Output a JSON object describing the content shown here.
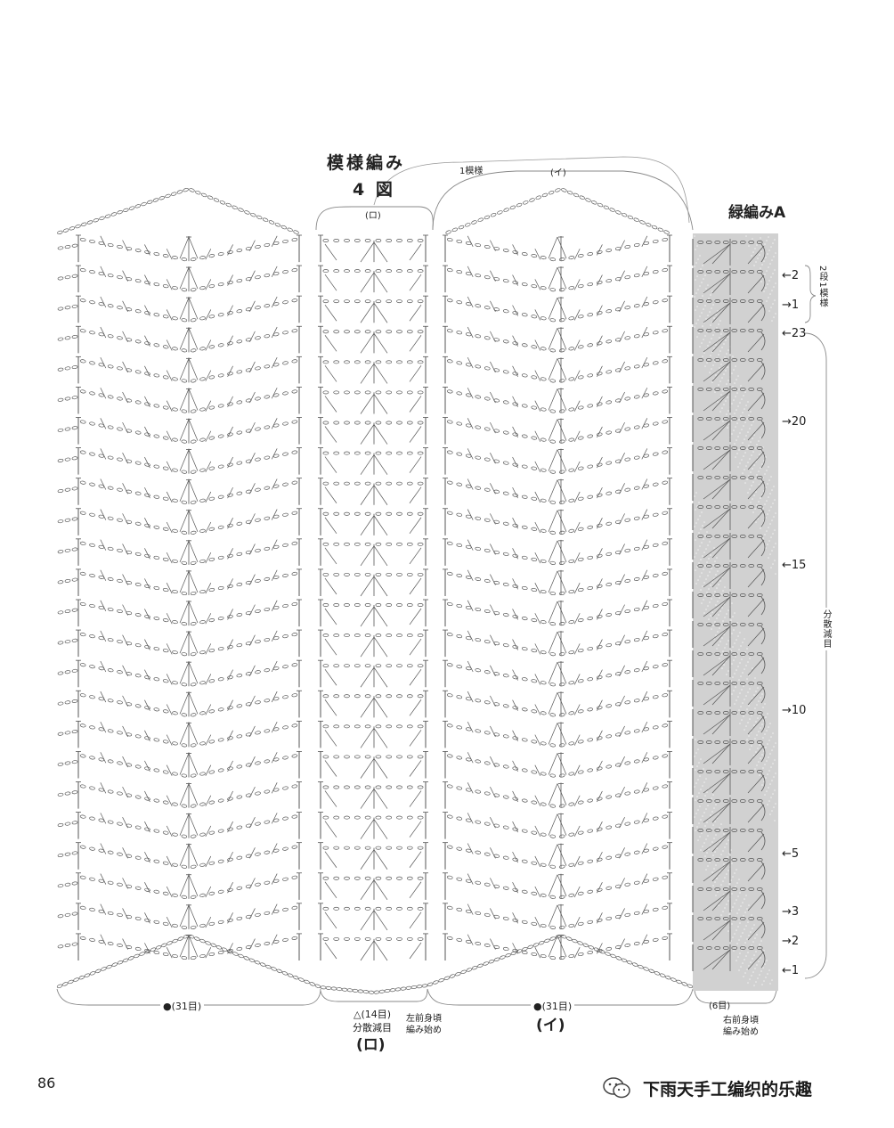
{
  "chart_title": {
    "line1": "模様編み",
    "line2": "4 図"
  },
  "border_title": "緑編みA",
  "repeat_label": "1模様",
  "section_labels": {
    "i_top": "(イ)",
    "ro_top": "(ロ)",
    "i_bottom": "(イ)",
    "ro_bottom": "(ロ)"
  },
  "bottom_labels": {
    "left_count": "●(31目)",
    "middle_count": "△(14目)",
    "middle_note": "分散減目",
    "right_count": "●(31目)",
    "border_count": "(6目)",
    "left_front_line1": "左前身頃",
    "left_front_line2": "編み始め",
    "right_front_line1": "右前身頃",
    "right_front_line2": "編み始め"
  },
  "side_labels": {
    "two_rows_one_pattern": "2段1模様",
    "dispersed_decrease": "分散減目"
  },
  "row_markers": [
    {
      "label": "←2",
      "row": "2",
      "dir": "left"
    },
    {
      "label": "→1",
      "row": "1",
      "dir": "right"
    },
    {
      "label": "←23",
      "row": "23",
      "dir": "left"
    },
    {
      "label": "→20",
      "row": "20",
      "dir": "right"
    },
    {
      "label": "←15",
      "row": "15",
      "dir": "left"
    },
    {
      "label": "→10",
      "row": "10",
      "dir": "right"
    },
    {
      "label": "←5",
      "row": "5",
      "dir": "left"
    },
    {
      "label": "→3",
      "row": "3",
      "dir": "right"
    },
    {
      "label": "→2",
      "row": "2",
      "dir": "right"
    },
    {
      "label": "←1",
      "row": "1",
      "dir": "left"
    }
  ],
  "page_number": "86",
  "watermark": "下雨天手工编织的乐趣"
}
